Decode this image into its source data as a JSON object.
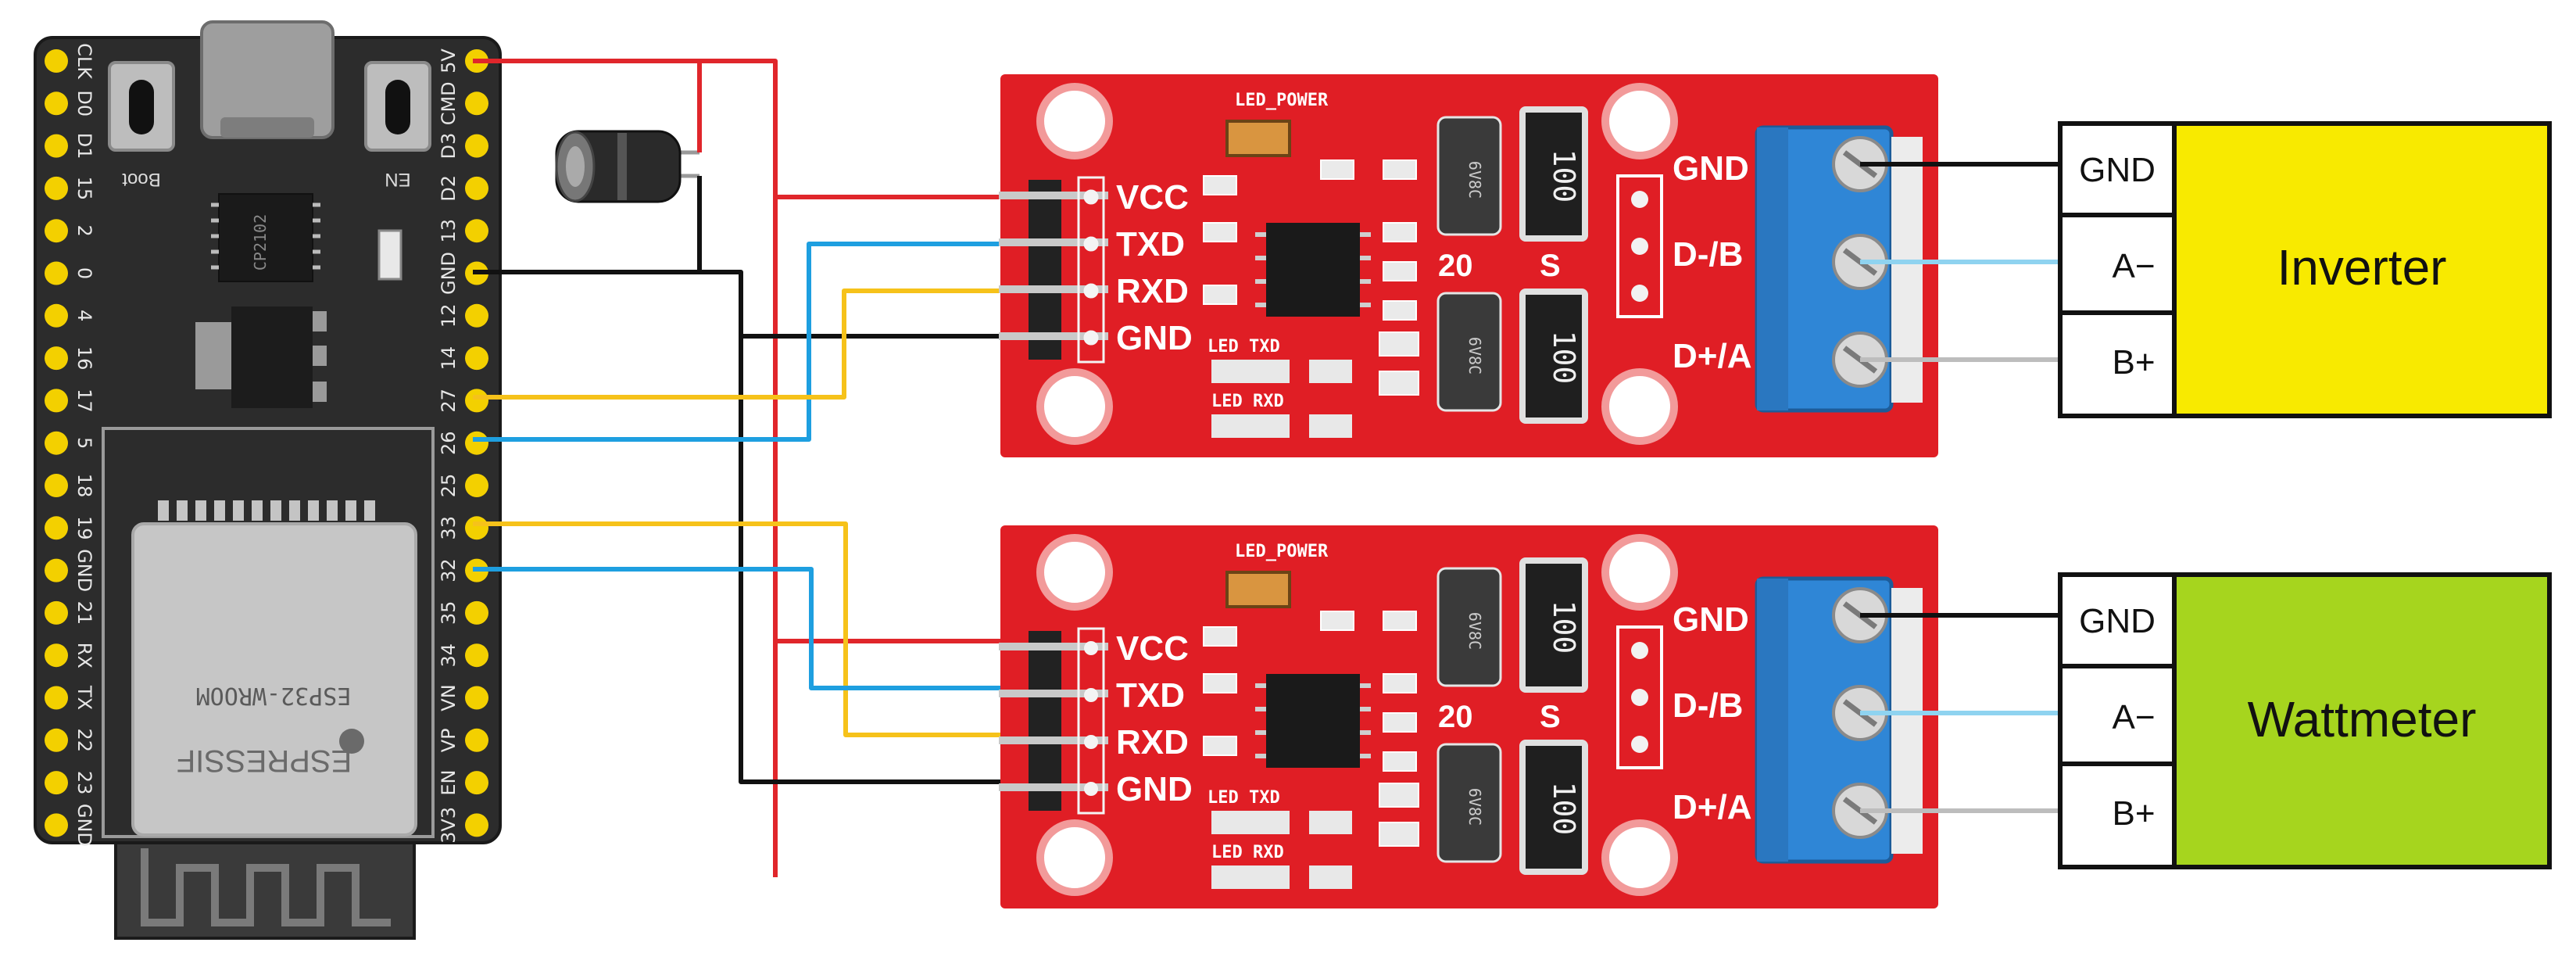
{
  "colors": {
    "wire_5v": "#e0262b",
    "wire_gnd": "#111111",
    "wire_tx": "#1e9fe0",
    "wire_rx": "#f6c21a",
    "wire_a": "#8fd3f0",
    "wire_b": "#bdbdbd",
    "board_esp": "#2c2c2c",
    "pin_yellow": "#f3d000",
    "board_rs485": "#e01e25",
    "terminal_blue": "#2f86d6",
    "inverter_fill": "#f8ea00",
    "wattmeter_fill": "#a6d51e"
  },
  "esp32": {
    "left_pins": [
      "CLK",
      "D0",
      "D1",
      "15",
      "2",
      "0",
      "4",
      "16",
      "17",
      "5",
      "18",
      "19",
      "GND",
      "21",
      "RX",
      "TX",
      "22",
      "23",
      "GND"
    ],
    "right_pins": [
      "5V",
      "CMD",
      "D3",
      "D2",
      "13",
      "GND",
      "12",
      "14",
      "27",
      "26",
      "25",
      "33",
      "32",
      "35",
      "34",
      "VN",
      "VP",
      "EN",
      "3V3"
    ],
    "boot_label": "Boot",
    "en_label": "EN",
    "chip_label": "CP2102",
    "module_label": "ESP32-WROOM",
    "brand_label": "ESPRESSIF"
  },
  "rs485_modules": [
    {
      "pins": [
        "VCC",
        "TXD",
        "RXD",
        "GND"
      ],
      "terminals": [
        "GND",
        "D-/B",
        "D+/A"
      ],
      "silk": {
        "led_power": "LED_POWER",
        "led_txd": "LED TXD",
        "led_rxd": "LED RXD",
        "res_value": "100",
        "code": "20",
        "s_mark": "S",
        "diode_code": "6V8C"
      }
    },
    {
      "pins": [
        "VCC",
        "TXD",
        "RXD",
        "GND"
      ],
      "terminals": [
        "GND",
        "D-/B",
        "D+/A"
      ],
      "silk": {
        "led_power": "LED_POWER",
        "led_txd": "LED TXD",
        "led_rxd": "LED RXD",
        "res_value": "100",
        "code": "20",
        "s_mark": "S",
        "diode_code": "6V8C"
      }
    }
  ],
  "devices": [
    {
      "name": "Inverter",
      "terminals": [
        "GND",
        "A−",
        "B+"
      ]
    },
    {
      "name": "Wattmeter",
      "terminals": [
        "GND",
        "A−",
        "B+"
      ]
    }
  ]
}
